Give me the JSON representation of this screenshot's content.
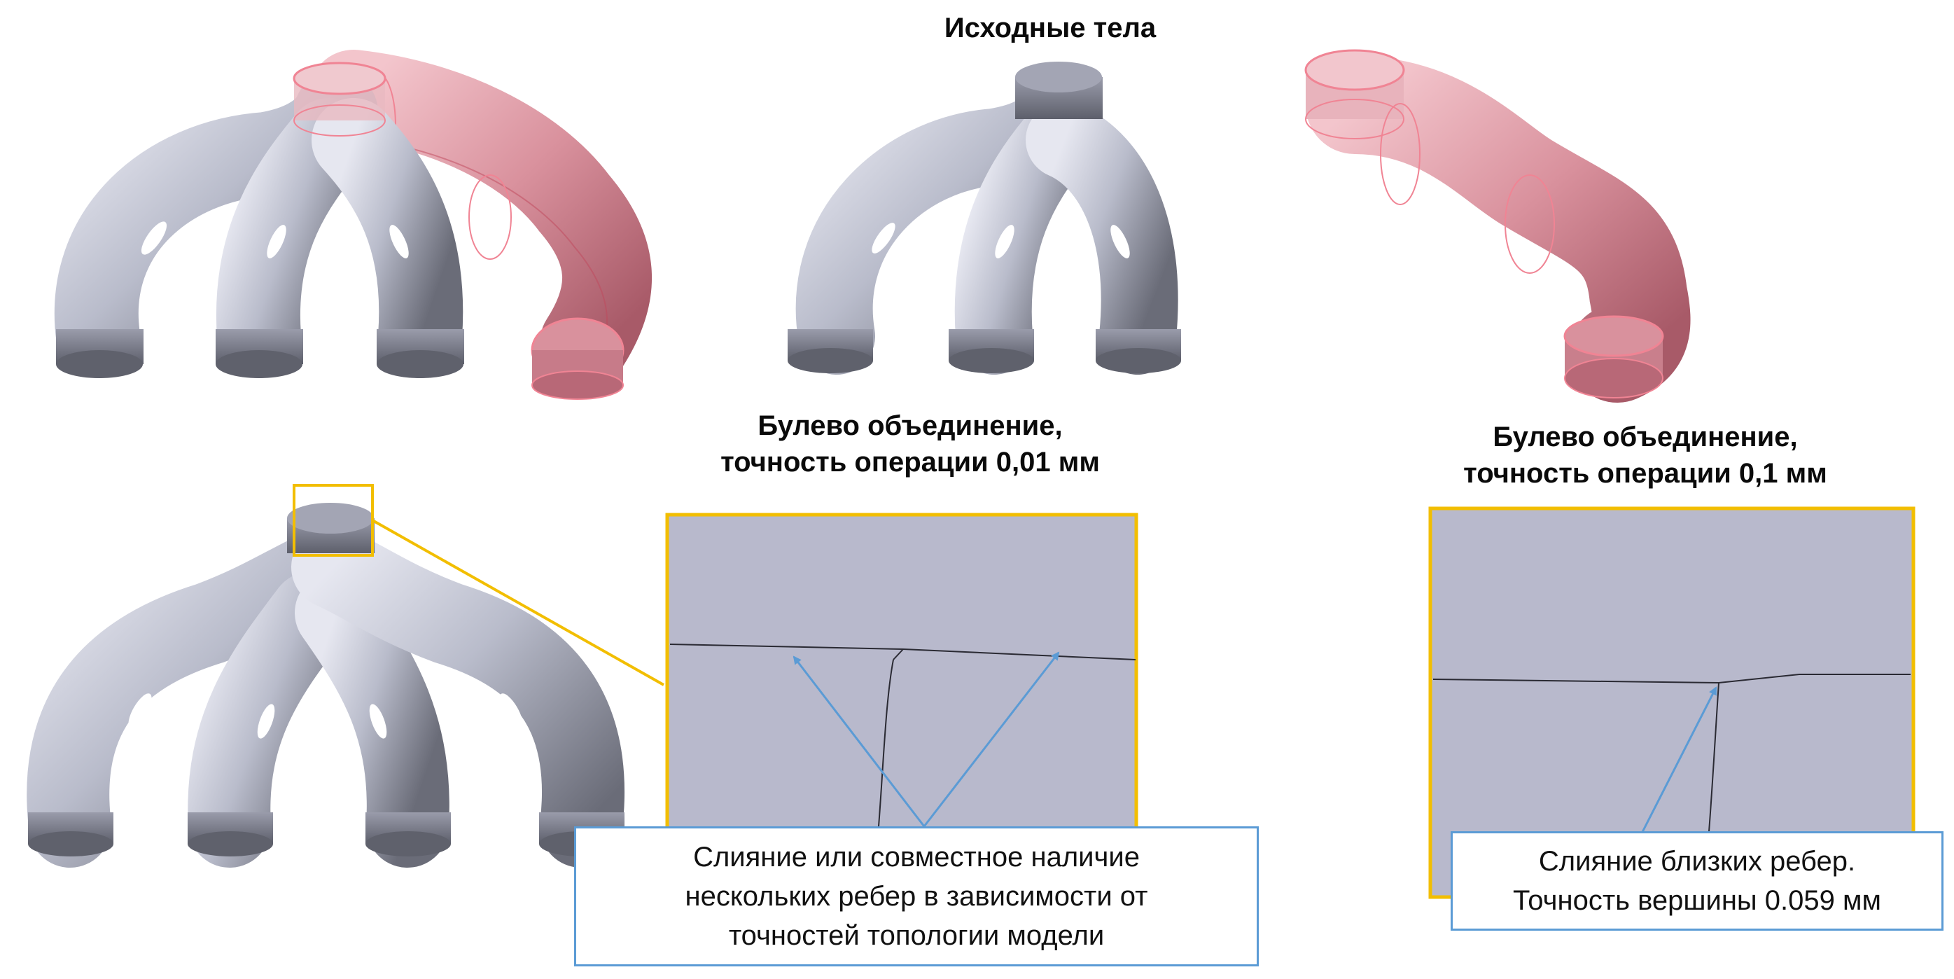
{
  "headings": {
    "source_bodies": "Исходные тела",
    "union_001": [
      "Булево объединение,",
      "точность операции 0,01 мм"
    ],
    "union_01": [
      "Булево объединение,",
      "точность операции 0,1 мм"
    ]
  },
  "callouts": {
    "left": [
      "Слияние или совместное наличие",
      "нескольких ребер в зависимости от",
      "точностей топологии модели"
    ],
    "right": [
      "Слияние близких ребер.",
      "Точность вершины 0.059 мм"
    ]
  },
  "colors": {
    "body_grey": "#b9bccb",
    "body_grey_dark": "#6a6c78",
    "tool_pink": "#d47b8a",
    "highlight_frame": "#f2be00",
    "arrow_blue": "#5b9bd5",
    "zoom_background": "#b8b9cc"
  }
}
